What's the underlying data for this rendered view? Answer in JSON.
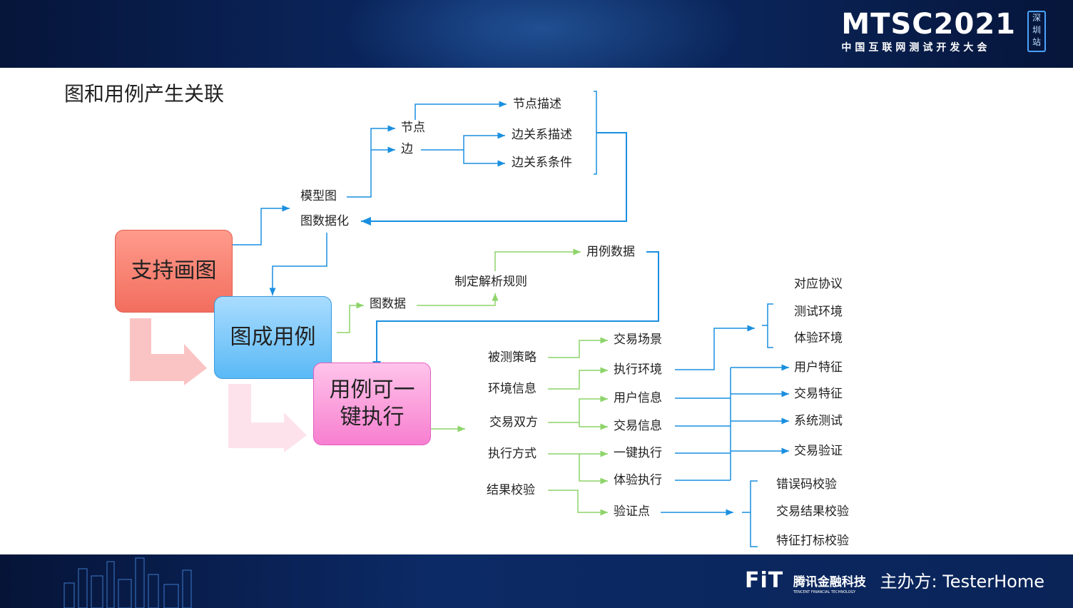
{
  "header": {
    "logo_main": "MTSC2021",
    "logo_sub": "中国互联网测试开发大会",
    "badge": "深圳站"
  },
  "footer": {
    "fit": "FiT",
    "fit_cn": "腾讯金融科技",
    "fit_en": "TENCENT FINANCIAL TECHNOLOGY",
    "organizer": "主办方: TesterHome"
  },
  "title": "图和用例产生关联",
  "boxes": {
    "draw": "支持画图",
    "gen": "图成用例",
    "exec": "用例可一键执行"
  },
  "labels": {
    "node_desc": "节点描述",
    "node": "节点",
    "edge": "边",
    "edge_desc": "边关系描述",
    "edge_cond": "边关系条件",
    "model_graph": "模型图",
    "graph_data_ize": "图数据化",
    "case_data": "用例数据",
    "parse_rules": "制定解析规则",
    "graph_data": "图数据",
    "protocol": "对应协议",
    "test_env": "测试环境",
    "exp_env": "体验环境",
    "strategy": "被测策略",
    "env_info": "环境信息",
    "parties": "交易双方",
    "exec_mode": "执行方式",
    "result_check": "结果校验",
    "trade_scene": "交易场景",
    "exec_env": "执行环境",
    "user_info": "用户信息",
    "trade_info": "交易信息",
    "one_click": "一键执行",
    "exp_exec": "体验执行",
    "verify_point": "验证点",
    "user_feature": "用户特征",
    "trade_feature": "交易特征",
    "sys_test": "系统测试",
    "trade_verify": "交易验证",
    "err_code": "错误码校验",
    "trade_result": "交易结果校验",
    "feature_mark": "特征打标校验"
  },
  "colors": {
    "blue": "#1a8fe0",
    "green": "#8ed46a",
    "draw_box": "#f26e5e",
    "gen_box": "#5ab9f5",
    "exec_box": "#f77fd0"
  }
}
